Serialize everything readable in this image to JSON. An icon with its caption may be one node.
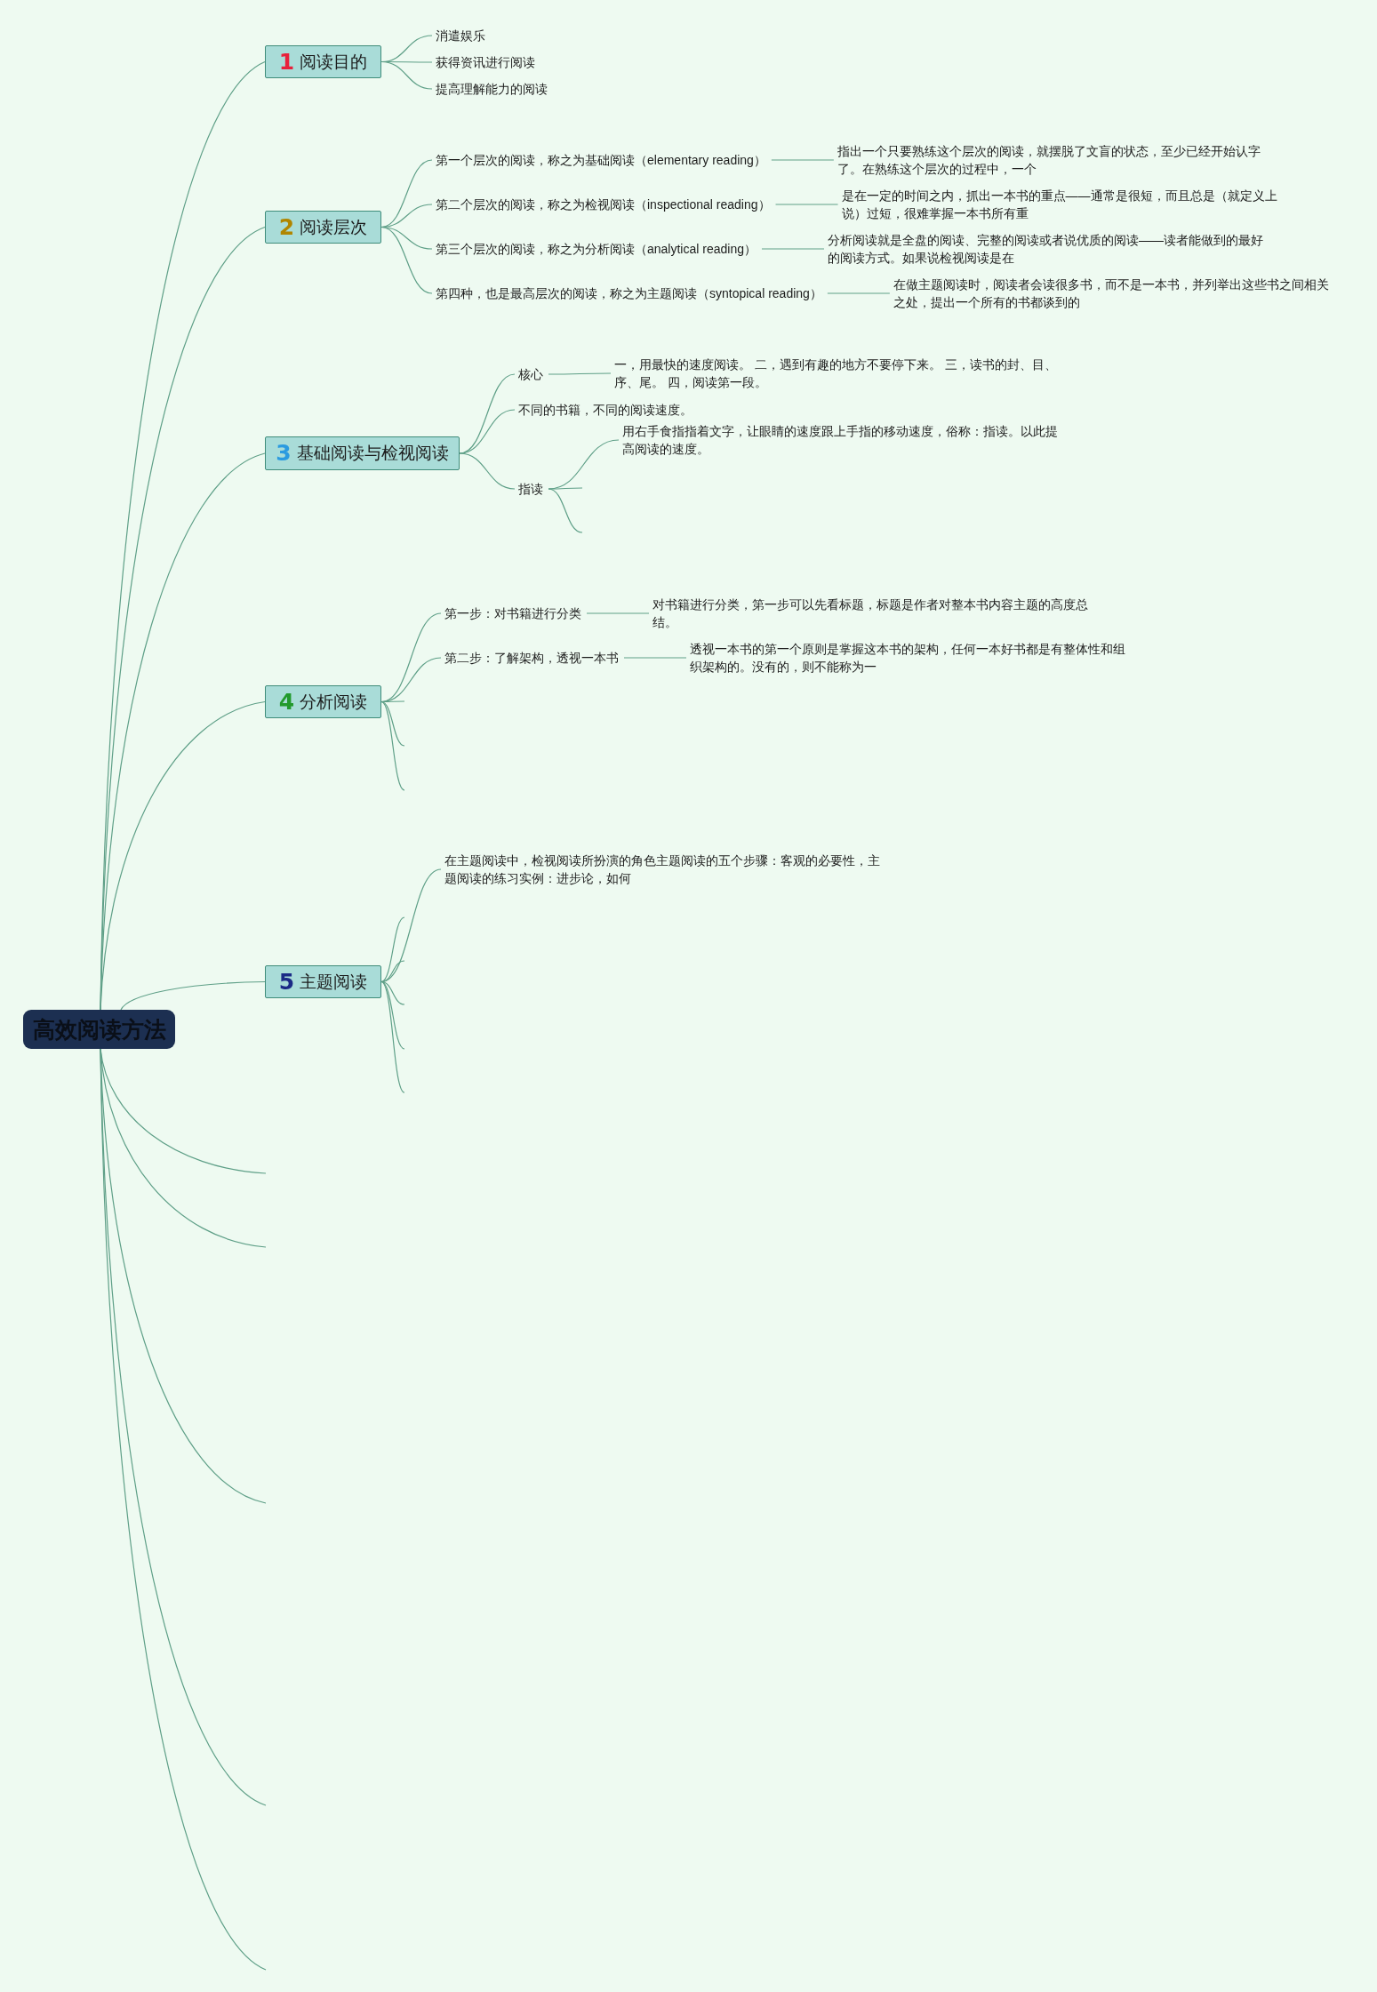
{
  "diagram": {
    "nodes": [
      {
        "text": [
          "高效阅读方法"
        ]
      },
      {
        "text": [
          "1",
          "阅读目的"
        ]
      },
      {
        "text": [
          "消遣娱乐"
        ]
      },
      {
        "text": [
          "获得资讯进行阅读"
        ]
      },
      {
        "text": [
          "提高理解能力的阅读"
        ]
      },
      {
        "text": [
          "2",
          "阅读层次"
        ]
      },
      {
        "text": [
          "第一个层次的阅读，称之为基础阅读（elementary reading）"
        ]
      },
      {
        "text": [
          "指出一个只要熟练这个层次的阅读，就摆脱了文盲的状态，至少已经开始认字了。在熟练这个层次的过程中，一个"
        ]
      },
      {
        "text": [
          "第二个层次的阅读，称之为检视阅读（inspectional reading）"
        ]
      },
      {
        "text": [
          "是在一定的时间之内，抓出一本书的重点——通常是很短，而且总是（就定义上说）过短，很难掌握一本书所有重"
        ]
      },
      {
        "text": [
          "第三个层次的阅读，称之为分析阅读（analytical reading）"
        ]
      },
      {
        "text": [
          "分析阅读就是全盘的阅读、完整的阅读或者说优质的阅读——读者能做到的最好的阅读方式。如果说检视阅读是在"
        ]
      },
      {
        "text": [
          "第四种，也是最高层次的阅读，称之为主题阅读（syntopical reading）"
        ]
      },
      {
        "text": [
          "在做主题阅读时，阅读者会读很多书，而不是一本书，并列举出这些书之间相关之处，提出一个所有的书都谈到的"
        ]
      },
      {
        "text": [
          "3",
          "基础阅读与检视阅读"
        ]
      },
      {
        "text": [
          "核心"
        ]
      },
      {
        "text": [
          "一，用最快的速度阅读。 二，遇到有趣的地方不要停下来。 三，读书的封、目、序、尾。 四，阅读第一段。"
        ]
      },
      {
        "text": [
          "不同的书籍，不同的阅读速度。"
        ]
      },
      {
        "text": [
          "指读"
        ]
      },
      {
        "text": [
          "用右手食指指着文字，让眼睛的速度跟上手指的移动速度，俗称：指读。以此提高阅读的速度。"
        ]
      },
      {
        "text": [
          "4",
          "分析阅读"
        ]
      },
      {
        "text": [
          "第一步：对书籍进行分类"
        ]
      },
      {
        "text": [
          "对书籍进行分类，第一步可以先看标题，标题是作者对整本书内容主题的高度总结。"
        ]
      },
      {
        "text": [
          "第二步：了解架构，透视一本书"
        ]
      },
      {
        "text": [
          "透视一本书的第一个原则是掌握这本书的架构，任何一本好书都是有整体性和组织架构的。没有的，则不能称为一"
        ]
      },
      {
        "text": [
          "5",
          "主题阅读"
        ]
      },
      {
        "text": [
          "在主题阅读中，检视阅读所扮演的角色主题阅读的五个步骤：客观的必要性，主题阅读的练习实例：进步论，如何"
        ]
      }
    ],
    "edges": [
      {
        "from": 0,
        "to": 1,
        "arrow": "none"
      },
      {
        "from": 0,
        "to": 5,
        "arrow": "none"
      },
      {
        "from": 0,
        "to": 14,
        "arrow": "none"
      },
      {
        "from": 0,
        "to": 20,
        "arrow": "none"
      },
      {
        "from": 0,
        "to": 25,
        "arrow": "none"
      },
      {
        "from": 0,
        "to": null,
        "arrow": "none"
      },
      {
        "from": 0,
        "to": null,
        "arrow": "none"
      },
      {
        "from": 0,
        "to": null,
        "arrow": "none"
      },
      {
        "from": 0,
        "to": null,
        "arrow": "none"
      },
      {
        "from": 0,
        "to": null,
        "arrow": "none"
      },
      {
        "from": 1,
        "to": 2,
        "arrow": "none"
      },
      {
        "from": 1,
        "to": 3,
        "arrow": "none"
      },
      {
        "from": 1,
        "to": 4,
        "arrow": "none"
      },
      {
        "from": 5,
        "to": 6,
        "arrow": "none"
      },
      {
        "from": 6,
        "to": 7,
        "arrow": "none"
      },
      {
        "from": 5,
        "to": 8,
        "arrow": "none"
      },
      {
        "from": 8,
        "to": 9,
        "arrow": "none"
      },
      {
        "from": 5,
        "to": 10,
        "arrow": "none"
      },
      {
        "from": 10,
        "to": 11,
        "arrow": "none"
      },
      {
        "from": 5,
        "to": 12,
        "arrow": "none"
      },
      {
        "from": 12,
        "to": 13,
        "arrow": "none"
      },
      {
        "from": 14,
        "to": 15,
        "arrow": "none"
      },
      {
        "from": 15,
        "to": 16,
        "arrow": "none"
      },
      {
        "from": 14,
        "to": 17,
        "arrow": "none"
      },
      {
        "from": 14,
        "to": 18,
        "arrow": "none"
      },
      {
        "from": 18,
        "to": 19,
        "arrow": "none"
      },
      {
        "from": 18,
        "to": null,
        "arrow": "none"
      },
      {
        "from": 18,
        "to": null,
        "arrow": "none"
      },
      {
        "from": 20,
        "to": 21,
        "arrow": "none"
      },
      {
        "from": 21,
        "to": 22,
        "arrow": "none"
      },
      {
        "from": 20,
        "to": 23,
        "arrow": "none"
      },
      {
        "from": 23,
        "to": 24,
        "arrow": "none"
      },
      {
        "from": 20,
        "to": null,
        "arrow": "none"
      },
      {
        "from": 20,
        "to": null,
        "arrow": "none"
      },
      {
        "from": 20,
        "to": null,
        "arrow": "none"
      },
      {
        "from": 25,
        "to": 26,
        "arrow": "none"
      },
      {
        "from": 25,
        "to": null,
        "arrow": "none"
      },
      {
        "from": 25,
        "to": null,
        "arrow": "none"
      },
      {
        "from": 25,
        "to": null,
        "arrow": "none"
      },
      {
        "from": 25,
        "to": null,
        "arrow": "none"
      },
      {
        "from": 25,
        "to": null,
        "arrow": "none"
      }
    ]
  }
}
